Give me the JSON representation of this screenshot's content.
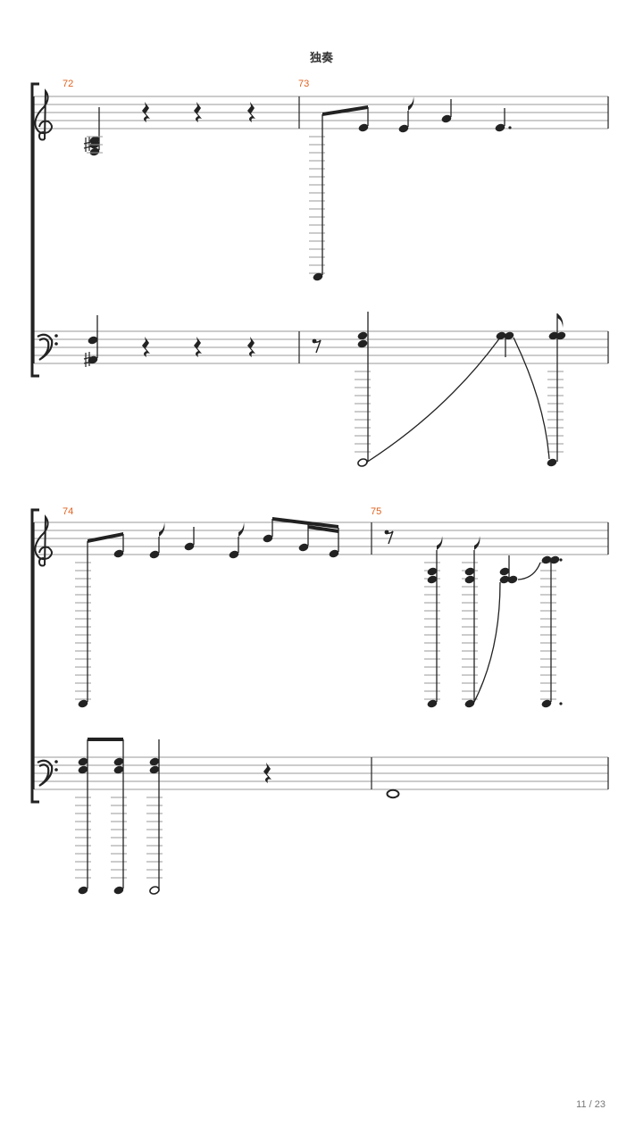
{
  "title": "独奏",
  "page_counter": "11 / 23",
  "systems": [
    {
      "measures": [
        "72",
        "73"
      ]
    },
    {
      "measures": [
        "74",
        "75"
      ]
    }
  ],
  "colors": {
    "measure_number": "#e0611f",
    "ink": "#222222",
    "staff_line": "#9a9a9a"
  }
}
